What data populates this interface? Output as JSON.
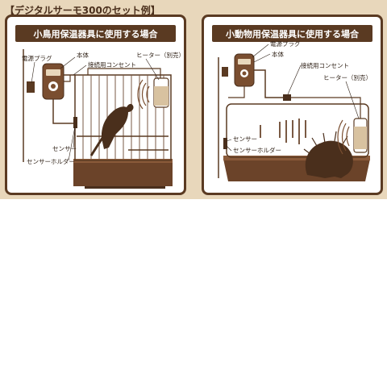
{
  "title": "【デジタルサーモ300のセット例】",
  "panels": {
    "bird": {
      "heading": "小鳥用保温器具に使用する場合",
      "labels": {
        "power_plug": "電源プラグ",
        "unit": "本体",
        "outlet": "接続用コンセント",
        "heater": "ヒーター（別売）",
        "sensor": "センサー",
        "sensor_holder": "センサーホルダー"
      }
    },
    "animal": {
      "heading": "小動物用保温器具に使用する場合",
      "labels": {
        "power_plug": "電源プラグ",
        "unit": "本体",
        "outlet": "接続用コンセント",
        "heater": "ヒーター（別売）",
        "sensor": "センサー",
        "sensor_holder": "センサーホルダー"
      }
    }
  },
  "colors": {
    "banner": "#e8d7bb",
    "brown": "#5a3a22",
    "device": "#7a4e30"
  }
}
